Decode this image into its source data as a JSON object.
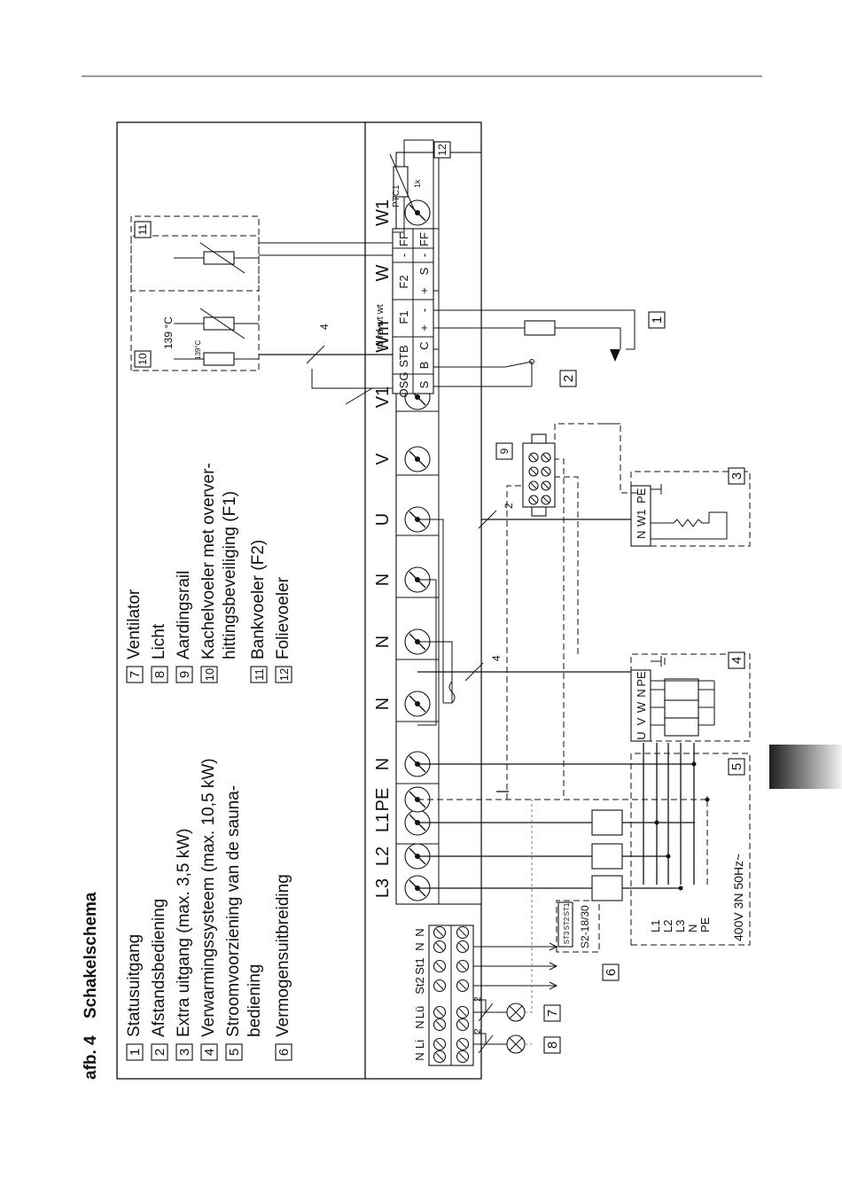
{
  "figure": {
    "label": "afb. 4",
    "title": "Schakelschema"
  },
  "legend": [
    {
      "n": "1",
      "text": "Statusuitgang"
    },
    {
      "n": "2",
      "text": "Afstandsbediening"
    },
    {
      "n": "3",
      "text": "Extra uitgang (max. 3,5 kW)"
    },
    {
      "n": "4",
      "text": "Verwarmingssysteem (max. 10,5 kW)"
    },
    {
      "n": "5",
      "text": "Stroomvoorziening van de sauna-",
      "cont": "bediening"
    },
    {
      "n": "6",
      "text": "Vermogensuitbreiding"
    },
    {
      "n": "7",
      "text": "Ventilator"
    },
    {
      "n": "8",
      "text": "Licht"
    },
    {
      "n": "9",
      "text": "Aardingsrail"
    },
    {
      "n": "10",
      "text": "Kachelvoeler met overver-",
      "cont": "hittingsbeveiliging (F1)"
    },
    {
      "n": "11",
      "text": "Bankvoeler (F2)"
    },
    {
      "n": "12",
      "text": "Folievoeler"
    }
  ],
  "power_terminals": [
    "L3",
    "L2",
    "L1",
    "PE",
    "N",
    "N",
    "N",
    "N",
    "U",
    "V",
    "V1",
    "Wm",
    "W",
    "W1"
  ],
  "small_terminals": [
    "N",
    "Li",
    "N",
    "Lü",
    "St2",
    "St1",
    "N",
    "N"
  ],
  "sensor_block": {
    "top_row": [
      "OSG",
      "STB",
      "F1",
      "F2",
      "-",
      "FF"
    ],
    "bottom_row": [
      "S",
      "B",
      "C",
      "+",
      "-",
      "+",
      "S",
      "-",
      "FF"
    ],
    "wire_colors": "rd rd   wt wt"
  },
  "extra_output_terminals": [
    "N",
    "W1",
    "PE"
  ],
  "heater_terminals": [
    "U",
    "V",
    "W",
    "N",
    "PE"
  ],
  "supply_lines": [
    "L1",
    "L2",
    "L3",
    "N",
    "PE"
  ],
  "supply_spec": "400V 3N 50Hz~",
  "power_extension_label": "S2-18/30",
  "power_extension_terminals": [
    "ST2",
    "ST1",
    "ST3"
  ],
  "temperature": "139 °C",
  "temperature_small": "139°C",
  "ptc_label": "PTC1",
  "ptc_value": "1k",
  "wire_counts": {
    "heater": "4",
    "sensor": "4",
    "extra": "2",
    "fan": "2",
    "light": "2"
  },
  "colors": {
    "ink": "#111111",
    "rule": "#9a9a9a",
    "tab_dark": "#2a2a2a",
    "tab_light": "#ededed"
  }
}
